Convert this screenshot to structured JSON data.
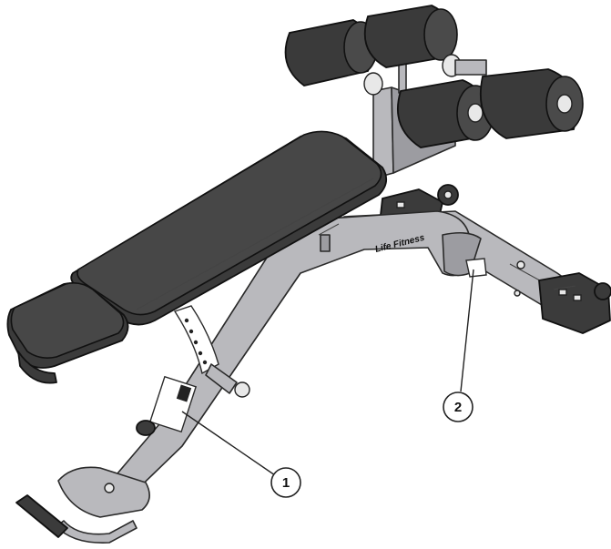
{
  "figure": {
    "description_labels": {
      "brand_logo": "Life Fitness"
    },
    "callouts": [
      {
        "number": "1"
      },
      {
        "number": "2"
      }
    ]
  }
}
